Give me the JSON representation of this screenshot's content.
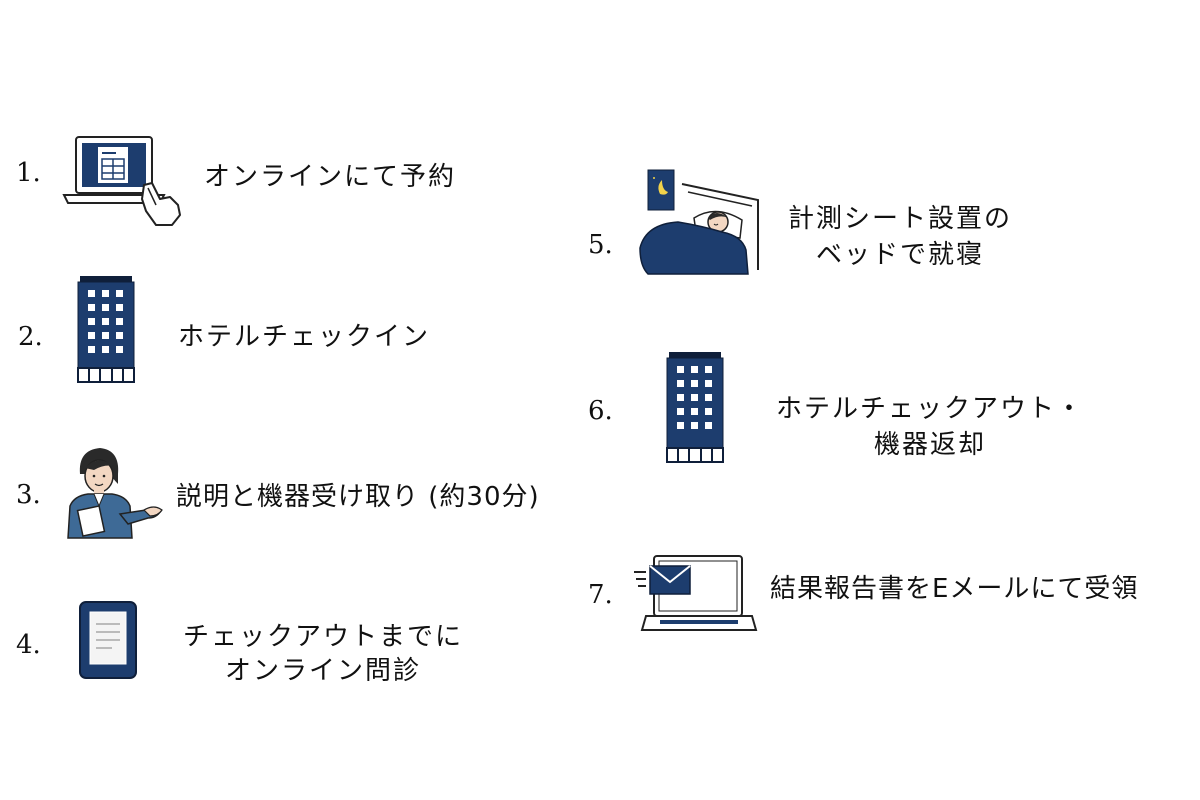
{
  "colors": {
    "navy": "#1d3d6e",
    "navy_dark": "#0f1f3a",
    "skin": "#f3d7c2",
    "outline": "#222222",
    "moon": "#f2d24a"
  },
  "steps": [
    {
      "number": "1.",
      "lines": [
        "オンラインにて予約"
      ],
      "icon": "laptop-booking-icon"
    },
    {
      "number": "2.",
      "lines": [
        "ホテルチェックイン"
      ],
      "icon": "hotel-building-icon"
    },
    {
      "number": "3.",
      "lines": [
        "説明と機器受け取り (約30分)"
      ],
      "icon": "staff-explaining-icon"
    },
    {
      "number": "4.",
      "lines": [
        "チェックアウトまでに",
        "オンライン問診"
      ],
      "icon": "tablet-questionnaire-icon"
    },
    {
      "number": "5.",
      "lines": [
        "計測シート設置の",
        "ベッドで就寝"
      ],
      "icon": "person-sleeping-bed-icon"
    },
    {
      "number": "6.",
      "lines": [
        "ホテルチェックアウト・",
        "機器返却"
      ],
      "icon": "hotel-building-icon"
    },
    {
      "number": "7.",
      "lines": [
        "結果報告書をEメールにて受領"
      ],
      "icon": "laptop-email-icon"
    }
  ]
}
